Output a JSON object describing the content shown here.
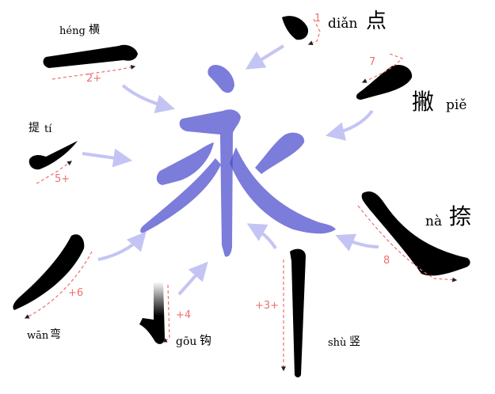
{
  "strokes": [
    {
      "id": "dian",
      "pinyin": "diǎn",
      "hanzi": "点",
      "order": "1"
    },
    {
      "id": "heng",
      "pinyin": "héng",
      "hanzi": "横",
      "order": "2+"
    },
    {
      "id": "ti",
      "pinyin": "提",
      "hanzi": "tí",
      "order": "5+"
    },
    {
      "id": "wan",
      "pinyin": "wān",
      "hanzi": "弯",
      "order": "+6"
    },
    {
      "id": "gou",
      "pinyin": "gōu",
      "hanzi": "钩",
      "order": "+4"
    },
    {
      "id": "shu",
      "pinyin": "shù",
      "hanzi": "竖",
      "order": "+3+"
    },
    {
      "id": "na",
      "pinyin": "nà",
      "hanzi": "捺",
      "order": "8"
    },
    {
      "id": "pie",
      "pinyin": "piě",
      "hanzi": "撇",
      "order": "7"
    }
  ],
  "colors": {
    "stroke_black": "#000000",
    "character_fill": "#4a4acc",
    "arrow": "#c4c4f4",
    "order_red": "#ee6f6f"
  }
}
